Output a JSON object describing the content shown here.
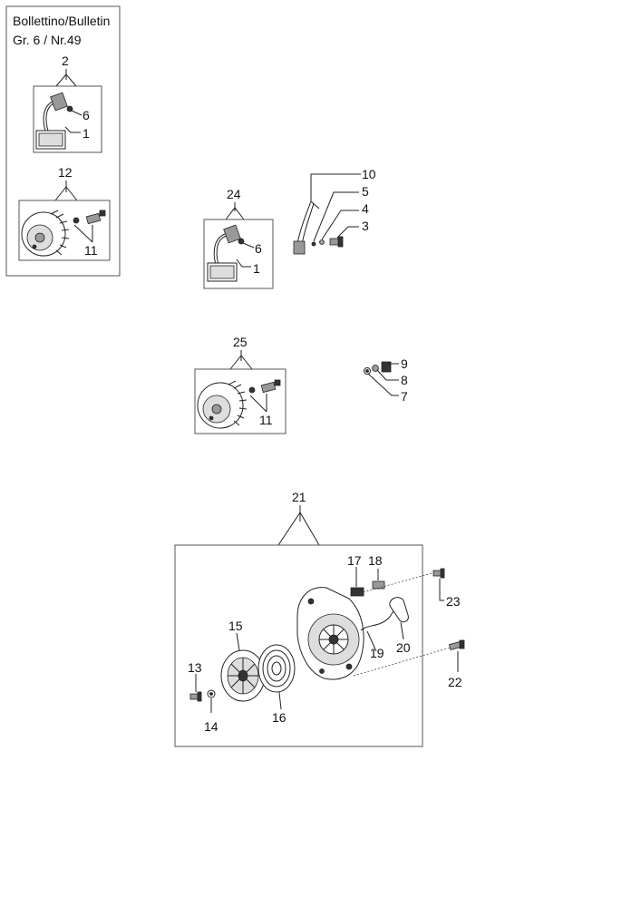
{
  "bulletin": {
    "line1": "Bollettino/Bulletin",
    "line2": "Gr. 6   / Nr.49"
  },
  "labels": {
    "p2": "2",
    "p6a": "6",
    "p1a": "1",
    "p12": "12",
    "p11a": "11",
    "p24": "24",
    "p6b": "6",
    "p1b": "1",
    "p10": "10",
    "p5": "5",
    "p4": "4",
    "p3": "3",
    "p25": "25",
    "p11b": "11",
    "p9": "9",
    "p8": "8",
    "p7": "7",
    "p21": "21",
    "p17": "17",
    "p18": "18",
    "p23": "23",
    "p15": "15",
    "p19": "19",
    "p20": "20",
    "p13": "13",
    "p14": "14",
    "p16": "16",
    "p22": "22"
  },
  "icons": [
    "ignition-coil-icon",
    "flywheel-icon",
    "wire-icon",
    "screw-icon",
    "nut-icon",
    "washer-icon",
    "starter-pulley-icon",
    "recoil-spring-icon",
    "starter-housing-icon",
    "starter-handle-icon"
  ]
}
